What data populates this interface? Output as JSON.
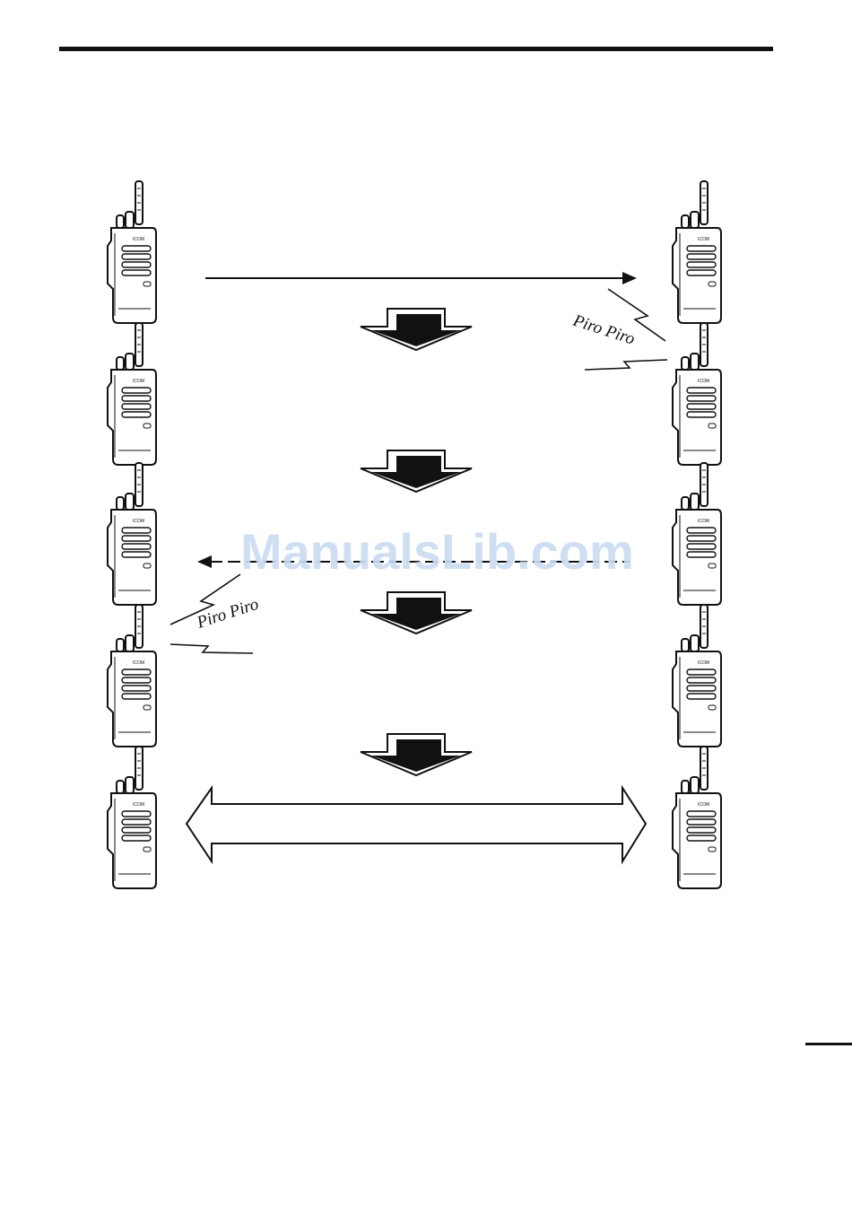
{
  "labels": {
    "piro_right": "Piro Piro",
    "piro_left": "Piro Piro",
    "radio_brand": "ICOM"
  },
  "watermark": "ManualsLib.com",
  "colors": {
    "ink": "#111111",
    "watermark": "#c9dcf3"
  }
}
